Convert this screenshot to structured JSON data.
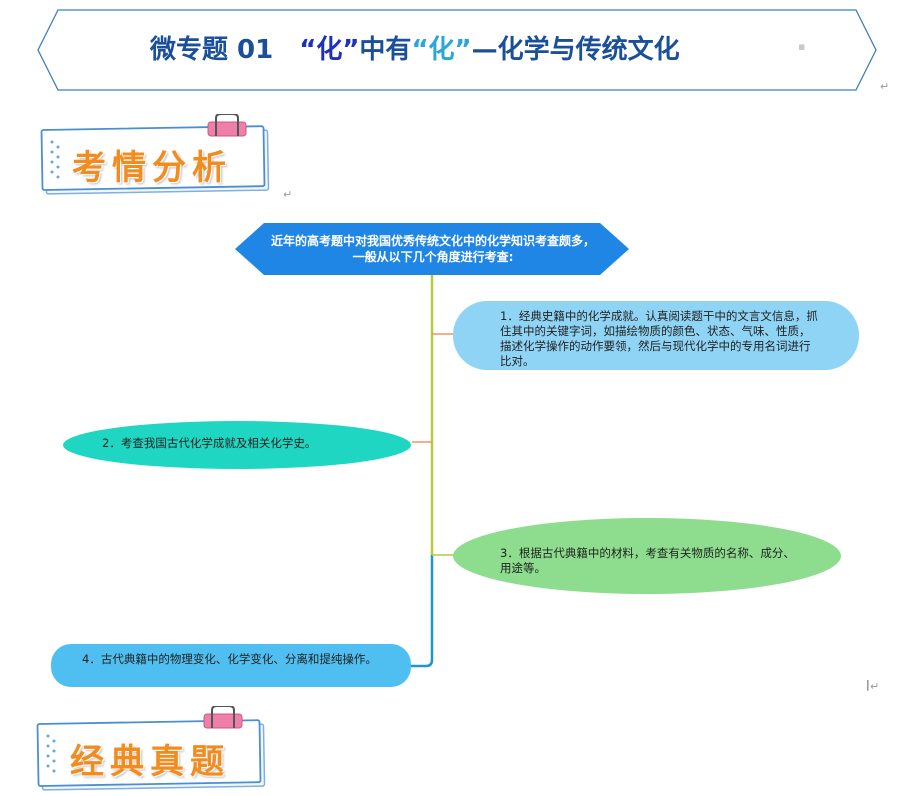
{
  "header": {
    "title_prefix": "微专题 01",
    "title_q1": "“化”",
    "title_mid": "中有",
    "title_q2": "“化”",
    "title_rest": "—化学与传统文化"
  },
  "sections": {
    "analysis_label": "考情分析",
    "classic_label": "经典真题"
  },
  "mindmap": {
    "root": "近年的高考题中对我国优秀传统文化中的化学知识考查颇多，一般从以下几个角度进行考查:",
    "nodes": [
      {
        "text": "1．经典史籍中的化学成就。认真阅读题干中的文言文信息，抓住其中的关键字词，如描绘物质的颜色、状态、气味、性质，描述化学操作的动作要领，然后与现代化学中的专用名词进行比对。"
      },
      {
        "text": "2．考查我国古代化学成就及相关化学史。"
      },
      {
        "text": "3．根据古代典籍中的材料，考查有关物质的名称、成分、用途等。"
      },
      {
        "text": "4．古代典籍中的物理变化、化学变化、分离和提纯操作。"
      }
    ]
  },
  "colors": {
    "banner_border": "#3b7fc2",
    "title_blue": "#1a4f9a",
    "root_fill": "#1f86e6",
    "node1": "#8fd4f4",
    "node2": "#1fd6c2",
    "node3": "#8edd8e",
    "node4": "#4fbff2",
    "tag_text": "#f28c1e"
  },
  "icons": [
    "paragraph-mark-icon",
    "paper-clip-icon"
  ]
}
